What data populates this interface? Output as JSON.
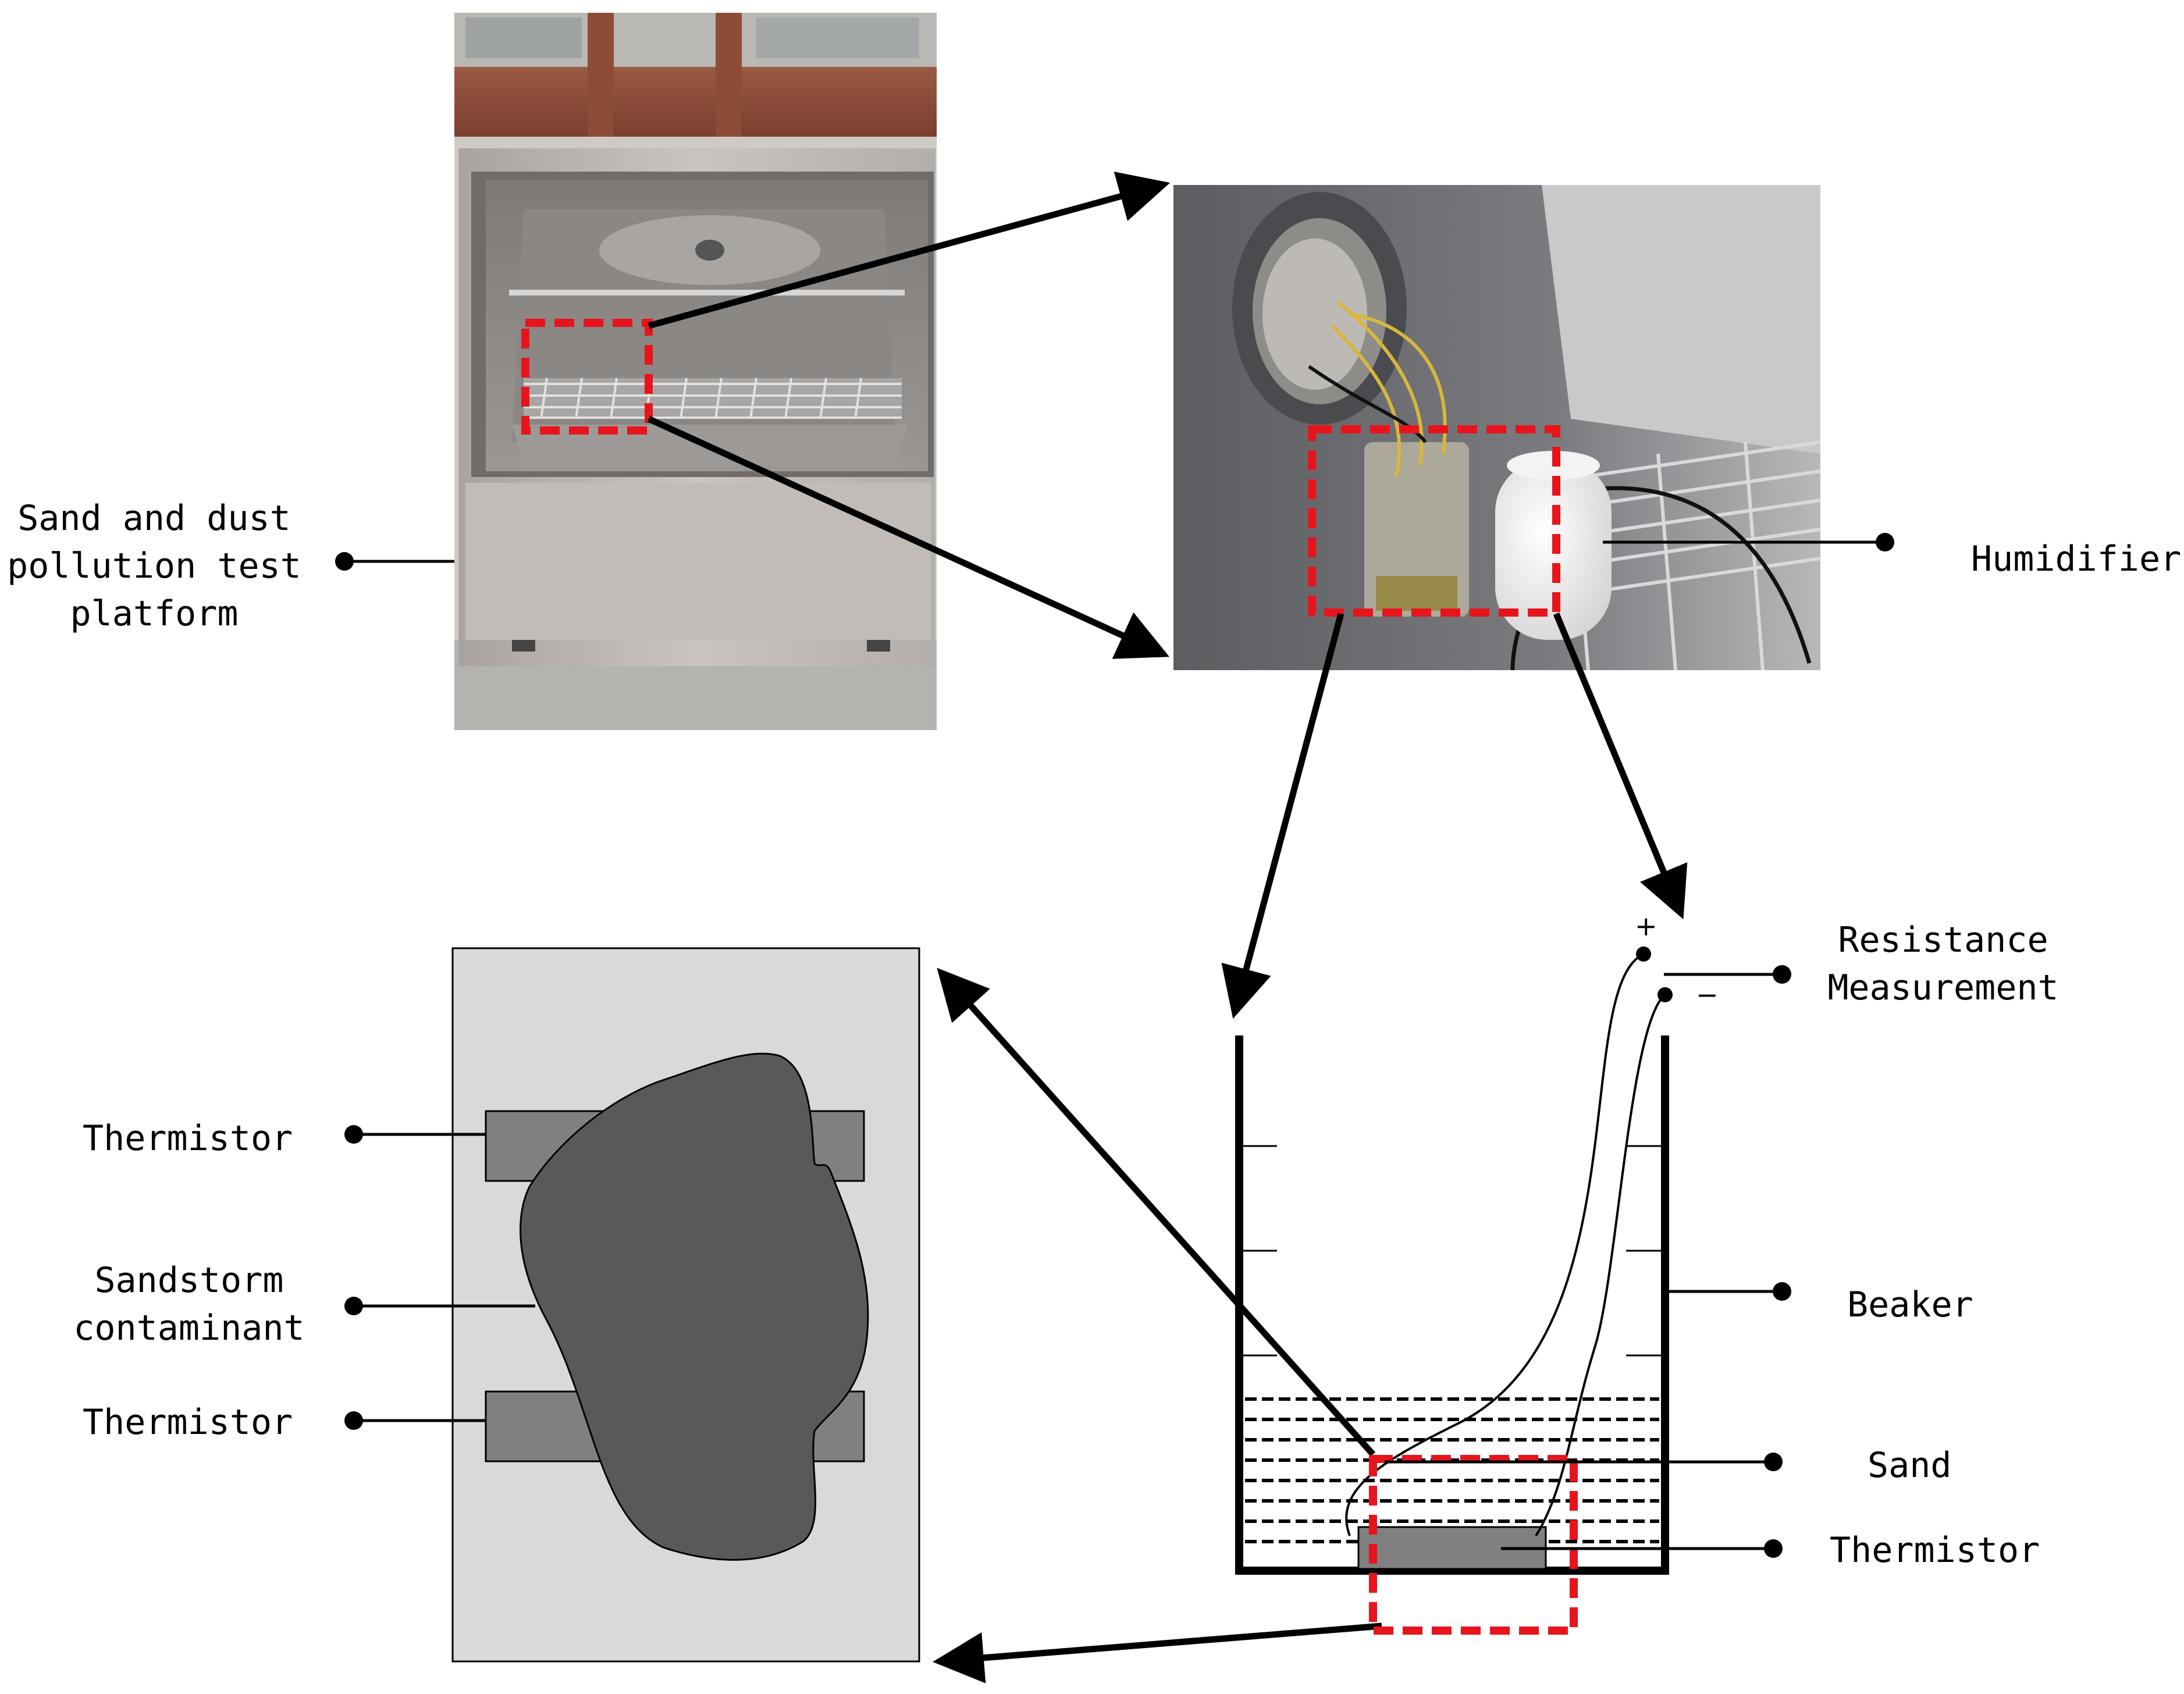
{
  "labels": {
    "test_platform": [
      "Sand and dust",
      "pollution test",
      "platform"
    ],
    "humidifier": "Humidifier",
    "resistance_measurement": [
      "Resistance",
      "Measurement"
    ],
    "beaker": "Beaker",
    "sand": "Sand",
    "thermistor_right": "Thermistor",
    "thermistor_top": "Thermistor",
    "sandstorm_contaminant": [
      "Sandstorm",
      "contaminant"
    ],
    "thermistor_bottom": "Thermistor",
    "plus_sign": "+",
    "minus_sign": "−"
  },
  "colors": {
    "highlight": "#e8141b",
    "outline": "#000000",
    "sample_background": "#d9d9d9",
    "contaminant": "#595959",
    "thermistor": "#808080"
  },
  "photos": {
    "test_chamber": "photo-of-environmental-test-chamber",
    "chamber_interior": "photo-of-beaker-and-humidifier-inside-chamber"
  }
}
